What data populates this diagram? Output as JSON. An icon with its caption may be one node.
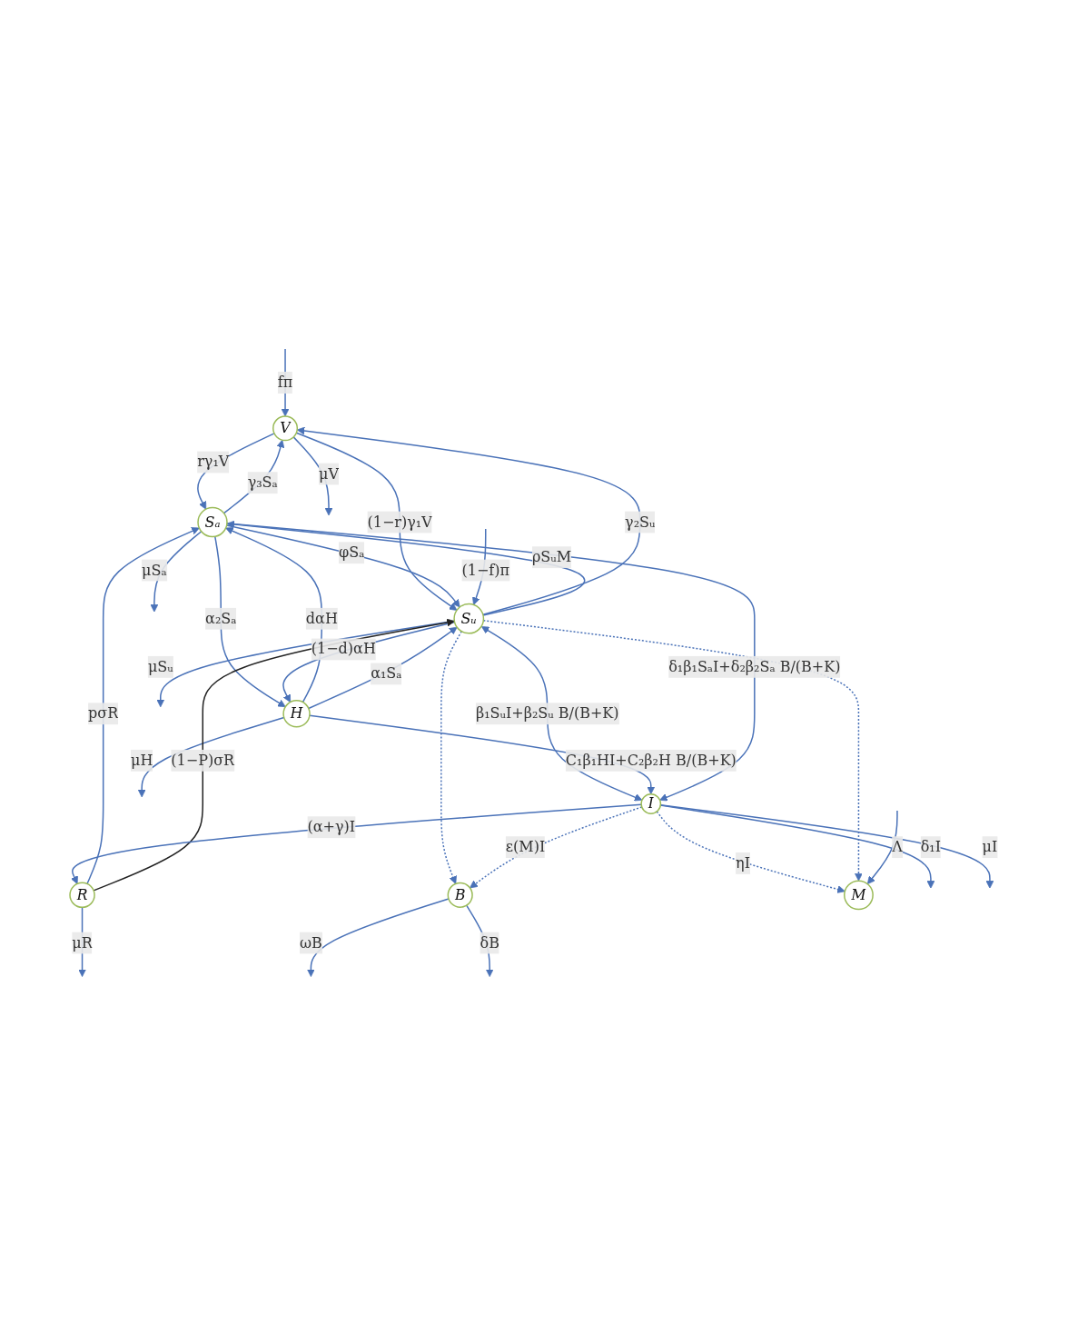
{
  "diagram": {
    "nodes": [
      {
        "text": [
          "V"
        ]
      },
      {
        "text": [
          "Sₐ"
        ]
      },
      {
        "text": [
          "Sᵤ"
        ]
      },
      {
        "text": [
          "H"
        ]
      },
      {
        "text": [
          "I"
        ]
      },
      {
        "text": [
          "R"
        ]
      },
      {
        "text": [
          "B"
        ]
      },
      {
        "text": [
          "M"
        ]
      }
    ],
    "edges": [
      {
        "from": null,
        "to": 0,
        "arrow": "to",
        "label": "fπ"
      },
      {
        "from": 1,
        "to": 0,
        "arrow": "to",
        "label": "γ₃Sₐ"
      },
      {
        "from": 0,
        "to": 1,
        "arrow": "to",
        "label": "rγ₁V"
      },
      {
        "from": 0,
        "to": null,
        "arrow": "to",
        "label": "μV"
      },
      {
        "from": 1,
        "to": null,
        "arrow": "to",
        "label": "μSₐ"
      },
      {
        "from": 0,
        "to": 2,
        "arrow": "to",
        "label": "(1−r)γ₁V"
      },
      {
        "from": 2,
        "to": 0,
        "arrow": "to",
        "label": "γ₂Sᵤ"
      },
      {
        "from": 2,
        "to": 1,
        "arrow": "to",
        "label": "ρSᵤM"
      },
      {
        "from": 1,
        "to": 2,
        "arrow": "to",
        "label": "φSₐ"
      },
      {
        "from": null,
        "to": 2,
        "arrow": "to",
        "label": "(1−f)π"
      },
      {
        "from": 1,
        "to": 3,
        "arrow": "to",
        "label": "α₂Sₐ"
      },
      {
        "from": 3,
        "to": 1,
        "arrow": "to",
        "label": "dαH"
      },
      {
        "from": 2,
        "to": 3,
        "arrow": "to",
        "label": "(1−d)αH"
      },
      {
        "from": 3,
        "to": 2,
        "arrow": "to",
        "label": "α₁Sₐ"
      },
      {
        "from": 2,
        "to": 4,
        "arrow": "both",
        "label": "β₁SᵤI+β₂Sᵤ B/(B+K)"
      },
      {
        "from": 2,
        "to": null,
        "arrow": "to",
        "label": "μSᵤ"
      },
      {
        "from": 3,
        "to": 4,
        "arrow": "to",
        "label": "C₁β₁HI+C₂β₂H B/(B+K)"
      },
      {
        "from": 3,
        "to": null,
        "arrow": "to",
        "label": "μH"
      },
      {
        "from": 1,
        "to": 4,
        "arrow": "to",
        "label": "δ₁β₁SₐI+δ₂β₂Sₐ B/(B+K)"
      },
      {
        "from": 5,
        "to": 1,
        "arrow": "to",
        "label": "pσR"
      },
      {
        "from": 5,
        "to": 2,
        "arrow": "to",
        "label": "(1−P)σR",
        "color": "#222222"
      },
      {
        "from": 4,
        "to": 5,
        "arrow": "to",
        "label": "(α+γ)I"
      },
      {
        "from": 5,
        "to": null,
        "arrow": "to",
        "label": "μR"
      },
      {
        "from": 2,
        "to": 6,
        "arrow": "to",
        "style": "dashed"
      },
      {
        "from": 4,
        "to": 6,
        "arrow": "to",
        "style": "dashed",
        "label": "ε(M)I"
      },
      {
        "from": 4,
        "to": null,
        "arrow": "to",
        "label": "δ₁I"
      },
      {
        "from": 4,
        "to": null,
        "arrow": "to",
        "label": "μI"
      },
      {
        "from": 4,
        "to": 7,
        "arrow": "to",
        "style": "dashed",
        "label": "ηI"
      },
      {
        "from": 2,
        "to": 7,
        "arrow": "to",
        "style": "dashed"
      },
      {
        "from": 6,
        "to": null,
        "arrow": "to",
        "label": "ωB"
      },
      {
        "from": 6,
        "to": null,
        "arrow": "to",
        "label": "δB"
      },
      {
        "from": null,
        "to": 7,
        "arrow": "to",
        "label": "Λ"
      }
    ]
  }
}
